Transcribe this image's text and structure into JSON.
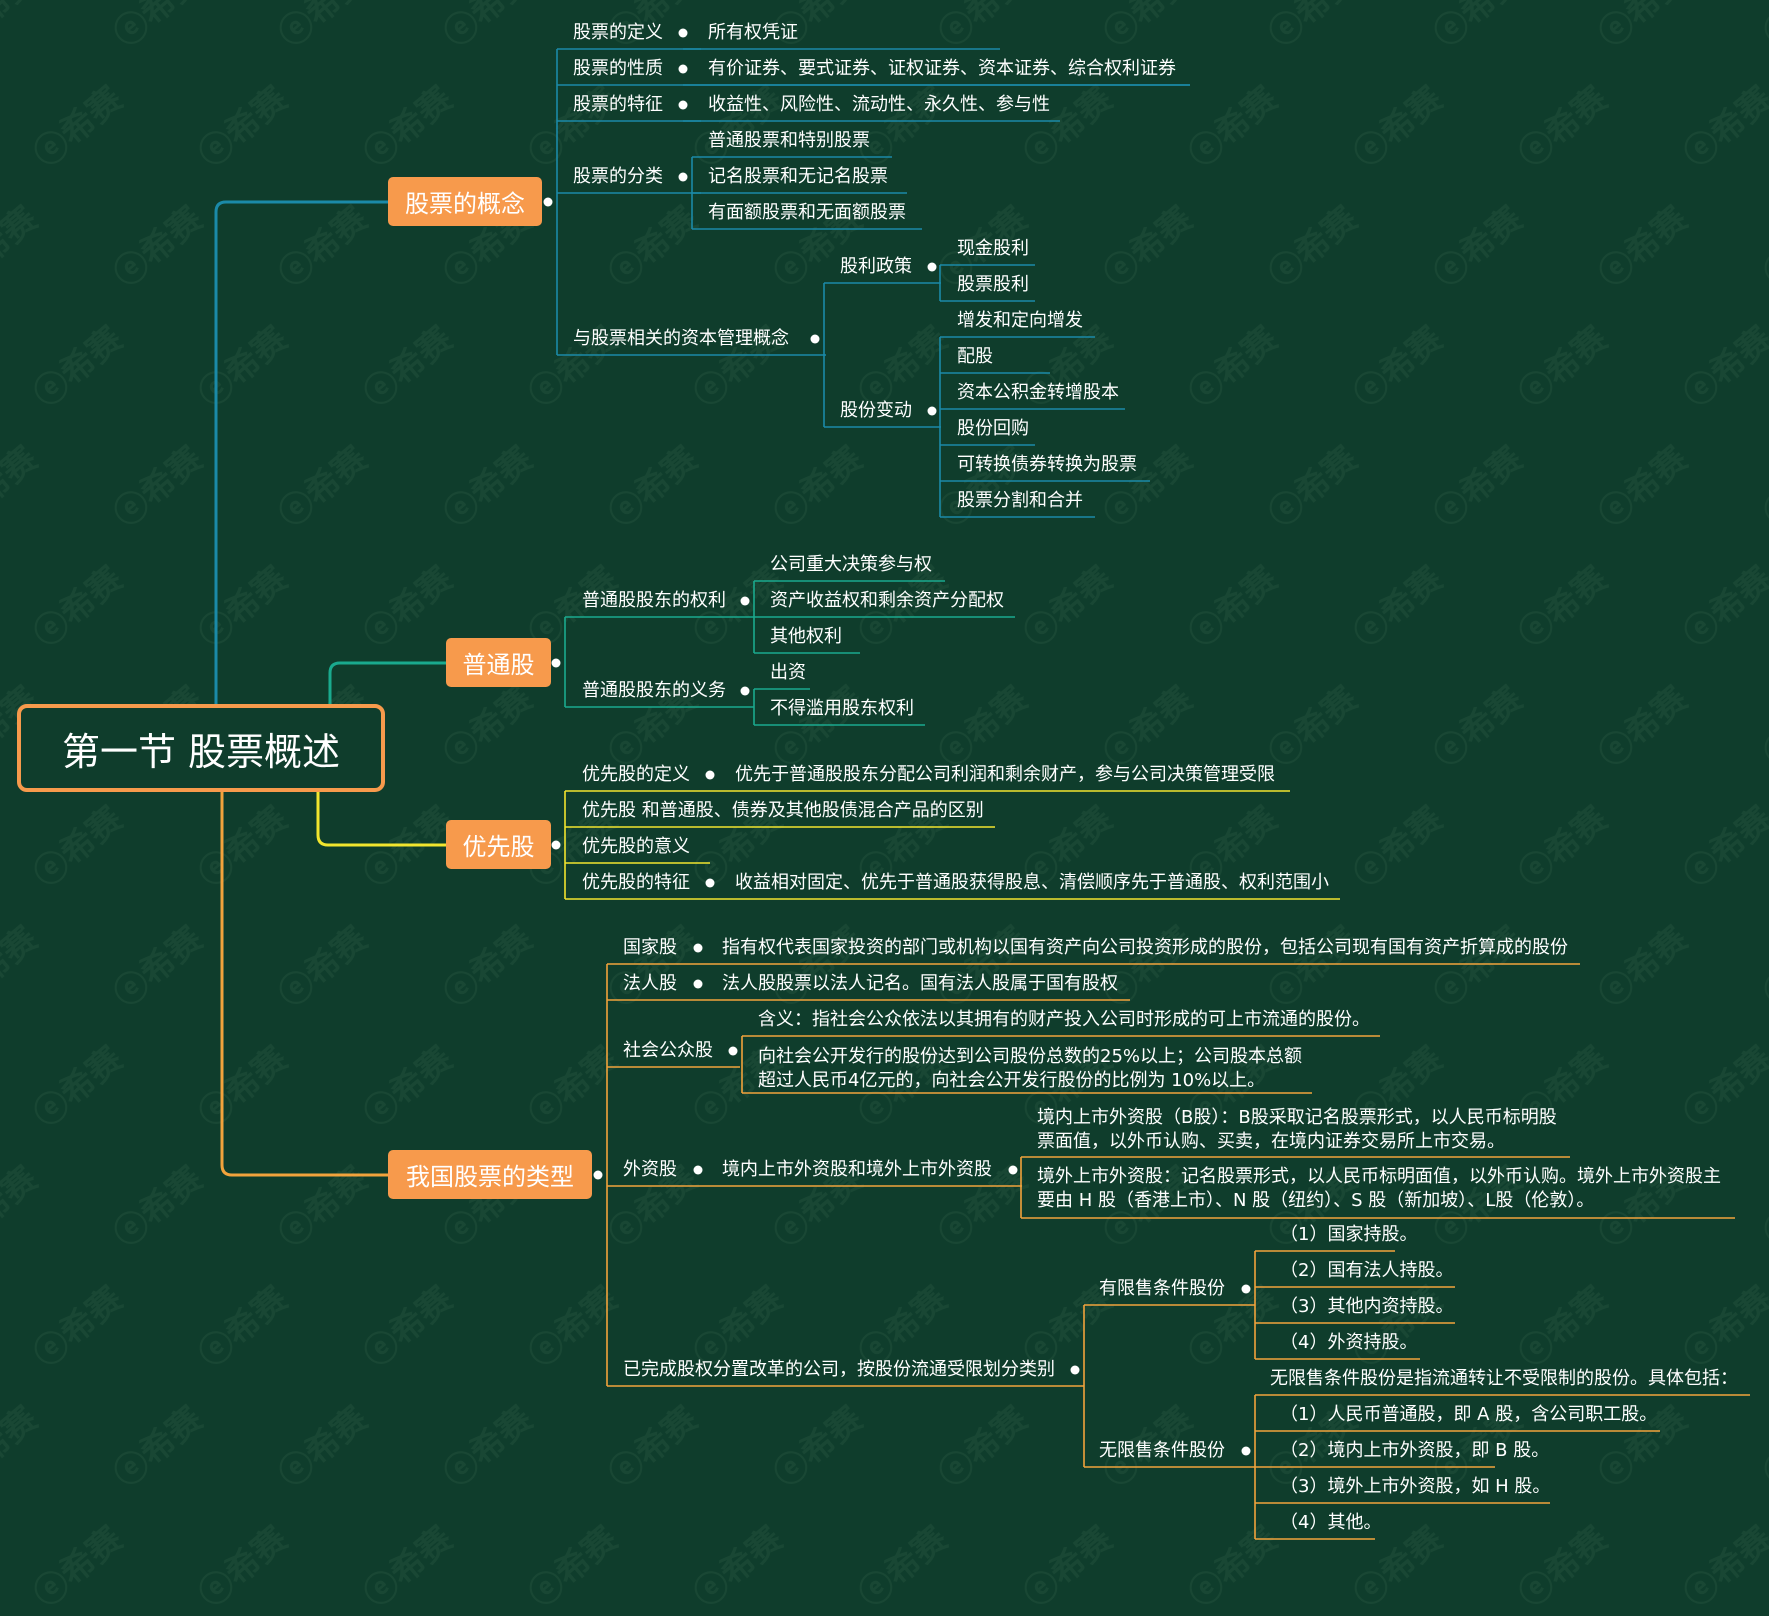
{
  "root": "第一节 股票概述",
  "colors": {
    "background": "#0f3d2c",
    "node_fill": "#f79a4c",
    "branch_concept": "#1b8aa8",
    "branch_common": "#1aaa8e",
    "branch_preferred": "#f2e52e",
    "branch_types": "#f2a33c"
  },
  "watermark": "希赛",
  "concept": {
    "title": "股票的概念",
    "definition": {
      "label": "股票的定义",
      "value": "所有权凭证"
    },
    "nature": {
      "label": "股票的性质",
      "value": "有价证券、要式证券、证权证券、资本证券、综合权利证券"
    },
    "features": {
      "label": "股票的特征",
      "value": "收益性、风险性、流动性、永久性、参与性"
    },
    "classification": {
      "label": "股票的分类",
      "items": [
        "普通股票和特别股票",
        "记名股票和无记名股票",
        "有面额股票和无面额股票"
      ]
    },
    "capital": {
      "label": "与股票相关的资本管理概念",
      "dividend": {
        "label": "股利政策",
        "items": [
          "现金股利",
          "股票股利"
        ]
      },
      "change": {
        "label": "股份变动",
        "items": [
          "增发和定向增发",
          "配股",
          "资本公积金转增股本",
          "股份回购",
          "可转换债券转换为股票",
          "股票分割和合并"
        ]
      }
    }
  },
  "common": {
    "title": "普通股",
    "rights": {
      "label": "普通股股东的权利",
      "items": [
        "公司重大决策参与权",
        "资产收益权和剩余资产分配权",
        "其他权利"
      ]
    },
    "duties": {
      "label": "普通股股东的义务",
      "items": [
        "出资",
        "不得滥用股东权利"
      ]
    }
  },
  "preferred": {
    "title": "优先股",
    "definition": {
      "label": "优先股的定义",
      "value": "优先于普通股股东分配公司利润和剩余财产，参与公司决策管理受限"
    },
    "difference": "优先股 和普通股、债券及其他股债混合产品的区别",
    "meaning": "优先股的意义",
    "features": {
      "label": "优先股的特征",
      "value": "收益相对固定、优先于普通股获得股息、清偿顺序先于普通股、权利范围小"
    }
  },
  "types": {
    "title": "我国股票的类型",
    "state": {
      "label": "国家股",
      "value": "指有权代表国家投资的部门或机构以国有资产向公司投资形成的股份，包括公司现有国有资产折算成的股份"
    },
    "legal": {
      "label": "法人股",
      "value": "法人股股票以法人记名。国有法人股属于国有股权"
    },
    "public": {
      "label": "社会公众股",
      "meaning": "含义：指社会公众依法以其拥有的财产投入公司时形成的可上市流通的股份。",
      "ratio_1": "向社会公开发行的股份达到公司股份总数的25%以上；公司股本总额",
      "ratio_2": "超过人民币4亿元的，向社会公开发行股份的比例为 10%以上。"
    },
    "foreign": {
      "label": "外资股",
      "sub": "境内上市外资股和境外上市外资股",
      "domestic_1": "境内上市外资股（B股）：B股采取记名股票形式，以人民币标明股",
      "domestic_2": "票面值，以外币认购、买卖，在境内证券交易所上市交易。",
      "overseas_1": "境外上市外资股：记名股票形式，以人民币标明面值，以外币认购。境外上市外资股主",
      "overseas_2": "要由 H 股（香港上市）、N 股（纽约）、S 股（新加坡）、L股（伦敦）。"
    },
    "reform": {
      "label": "已完成股权分置改革的公司，按股份流通受限划分类别",
      "restricted": {
        "label": "有限售条件股份",
        "items": [
          "（1）国家持股。",
          "（2）国有法人持股。",
          "（3）其他内资持股。",
          "（4）外资持股。"
        ]
      },
      "unrestricted": {
        "label": "无限售条件股份",
        "intro": "无限售条件股份是指流通转让不受限制的股份。具体包括：",
        "items": [
          "（1）人民币普通股，即 A 股，含公司职工股。",
          "（2）境内上市外资股，即 B 股。",
          "（3）境外上市外资股，如 H 股。",
          "（4）其他。"
        ]
      }
    }
  }
}
